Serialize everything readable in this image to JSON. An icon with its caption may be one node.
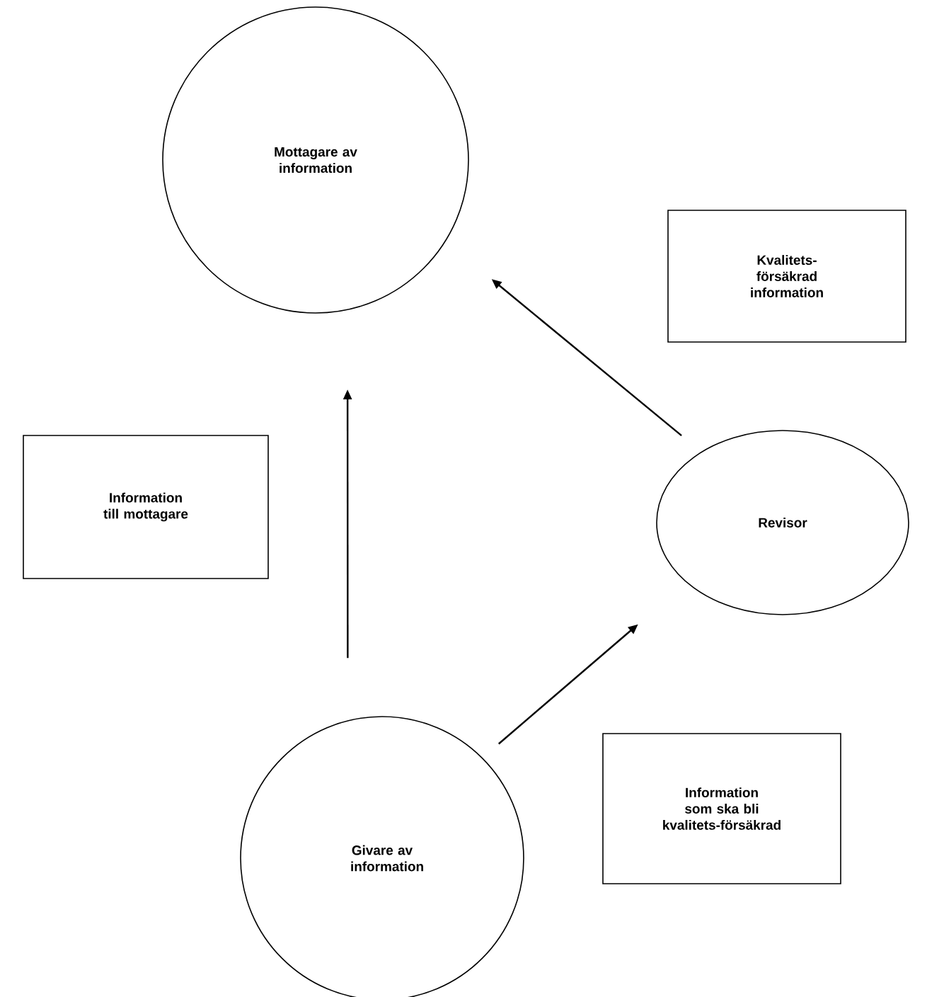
{
  "diagram": {
    "nodes": [
      {
        "text": [
          "Mottagare av information"
        ]
      },
      {
        "text": [
          "Kvalitets-försäkrad information"
        ]
      },
      {
        "text": [
          "Information till mottagare"
        ]
      },
      {
        "text": [
          "Revisor"
        ]
      },
      {
        "text": [
          "Givare av information"
        ]
      },
      {
        "text": [
          "Information som ska bli kvalitets-försäkrad"
        ]
      }
    ],
    "edges": [
      {
        "from": 4,
        "to": 0,
        "arrow": "to"
      },
      {
        "from": 4,
        "to": 3,
        "arrow": "to"
      },
      {
        "from": 3,
        "to": 0,
        "arrow": "to"
      }
    ]
  }
}
